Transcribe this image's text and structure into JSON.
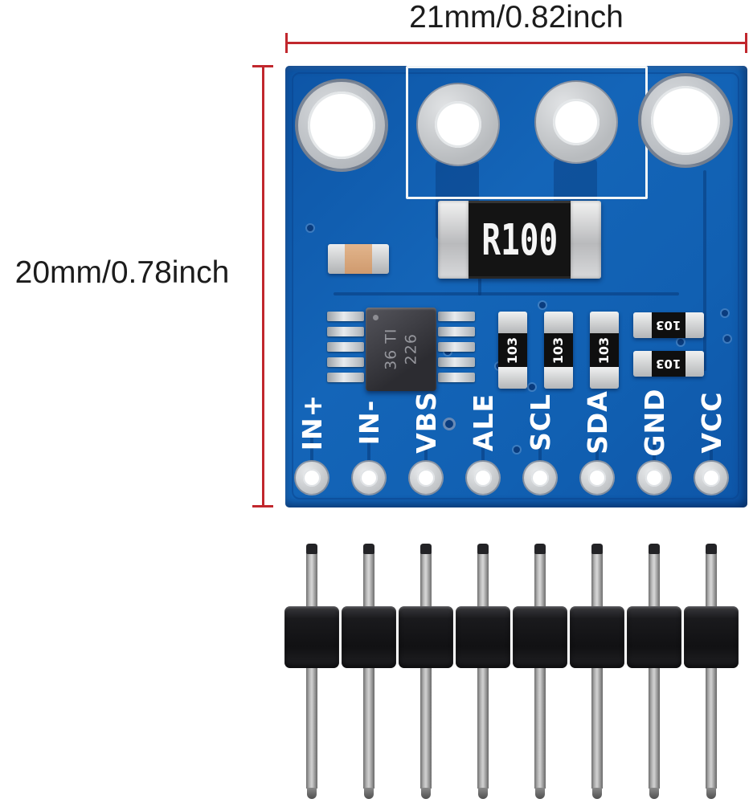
{
  "dimensions": {
    "width_label": "21mm/0.82inch",
    "height_label": "20mm/0.78inch",
    "line_color": "#c1272d"
  },
  "pcb": {
    "board_color": "#1160b2",
    "silkscreen_color": "#ffffff",
    "shunt": {
      "marking": "R100"
    },
    "ic": {
      "line1": "36 TI",
      "line2": "226"
    },
    "smd_vertical": [
      {
        "marking": "103"
      },
      {
        "marking": "103"
      },
      {
        "marking": "103"
      }
    ],
    "smd_horizontal": [
      {
        "marking": "103"
      },
      {
        "marking": "103"
      }
    ],
    "pins": [
      {
        "label": "IN+"
      },
      {
        "label": "IN-"
      },
      {
        "label": "VBS"
      },
      {
        "label": "ALE"
      },
      {
        "label": "SCL"
      },
      {
        "label": "SDA"
      },
      {
        "label": "GND"
      },
      {
        "label": "VCC"
      }
    ]
  },
  "header": {
    "pin_count": 8
  }
}
